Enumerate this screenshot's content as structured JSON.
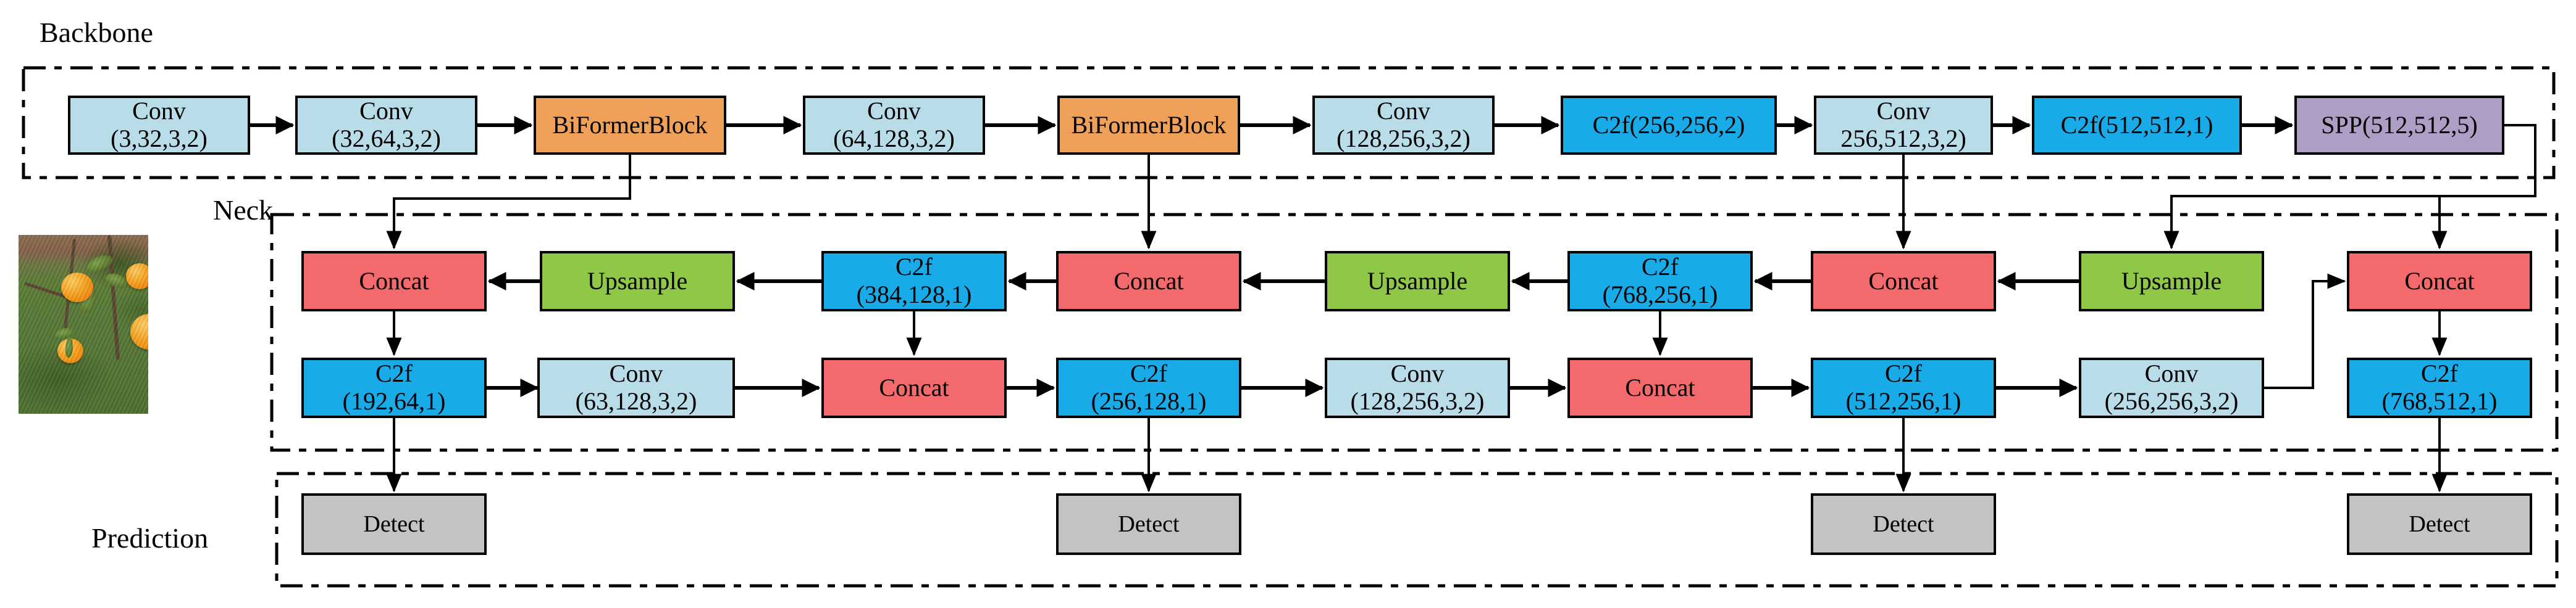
{
  "sections": {
    "backbone": "Backbone",
    "neck": "Neck",
    "prediction": "Prediction"
  },
  "backbone_blocks": [
    {
      "line1": "Conv",
      "line2": "(3,32,3,2)"
    },
    {
      "line1": "Conv",
      "line2": "(32,64,3,2)"
    },
    {
      "line1": "BiFormerBlock"
    },
    {
      "line1": "Conv",
      "line2": "(64,128,3,2)"
    },
    {
      "line1": "BiFormerBlock"
    },
    {
      "line1": "Conv",
      "line2": "(128,256,3,2)"
    },
    {
      "line1": "C2f(256,256,2)"
    },
    {
      "line1": "Conv",
      "line2": "256,512,3,2)"
    },
    {
      "line1": "C2f(512,512,1)"
    },
    {
      "line1": "SPP(512,512,5)"
    }
  ],
  "neck_row1": [
    {
      "line1": "Concat"
    },
    {
      "line1": "Upsample"
    },
    {
      "line1": "C2f",
      "line2": "(384,128,1)"
    },
    {
      "line1": "Concat"
    },
    {
      "line1": "Upsample"
    },
    {
      "line1": "C2f",
      "line2": "(768,256,1)"
    },
    {
      "line1": "Concat"
    },
    {
      "line1": "Upsample"
    },
    {
      "line1": "Concat"
    }
  ],
  "neck_row2": [
    {
      "line1": "C2f",
      "line2": "(192,64,1)"
    },
    {
      "line1": "Conv",
      "line2": "(63,128,3,2)"
    },
    {
      "line1": "Concat"
    },
    {
      "line1": "C2f",
      "line2": "(256,128,1)"
    },
    {
      "line1": "Conv",
      "line2": "(128,256,3,2)"
    },
    {
      "line1": "Concat"
    },
    {
      "line1": "C2f",
      "line2": "(512,256,1)"
    },
    {
      "line1": "Conv",
      "line2": "(256,256,3,2)"
    },
    {
      "line1": "C2f",
      "line2": "(768,512,1)"
    }
  ],
  "detect_boxes": [
    "Detect",
    "Detect",
    "Detect",
    "Detect"
  ],
  "photo": {
    "description": "oranges on a tree over grass"
  },
  "colors": {
    "conv": "#b8dce8",
    "biformer": "#f0a159",
    "c2f": "#18abe8",
    "spp": "#ae9dc4",
    "concat": "#f4696b",
    "upsample": "#8fc847",
    "detect": "#c3c3c3",
    "line": "#000000"
  }
}
